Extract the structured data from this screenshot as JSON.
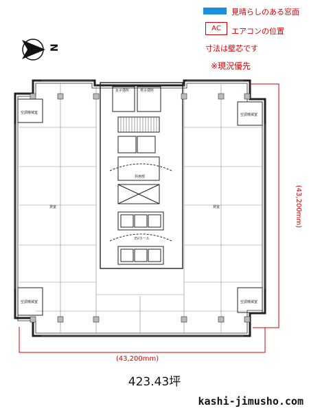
{
  "legend": {
    "window_label": "見晴らしのある窓面",
    "ac_box": "AC",
    "ac_label": "エアコンの位置",
    "dimension_note": "寸法は壁芯です",
    "actual_note": "※現況優先",
    "window_color": "#1a8fe0",
    "note_color": "#d40000"
  },
  "compass": {
    "letter": "N"
  },
  "dimensions": {
    "width": "(43,200mm)",
    "depth": "(43,200mm)",
    "line_color": "#d40000"
  },
  "rooms": {
    "hvac_nw": "空調機械室",
    "hvac_ne": "空調機械室",
    "hvac_sw": "空調機械室",
    "hvac_se": "空調機械室",
    "office_west": "貸室",
    "office_east": "貸室",
    "toilet_f": "女子便所",
    "toilet_m": "男子便所",
    "ev_hall": "EVホール",
    "lobby": "共用部"
  },
  "area": "423.43坪",
  "site": "kashi-jimusho.com"
}
